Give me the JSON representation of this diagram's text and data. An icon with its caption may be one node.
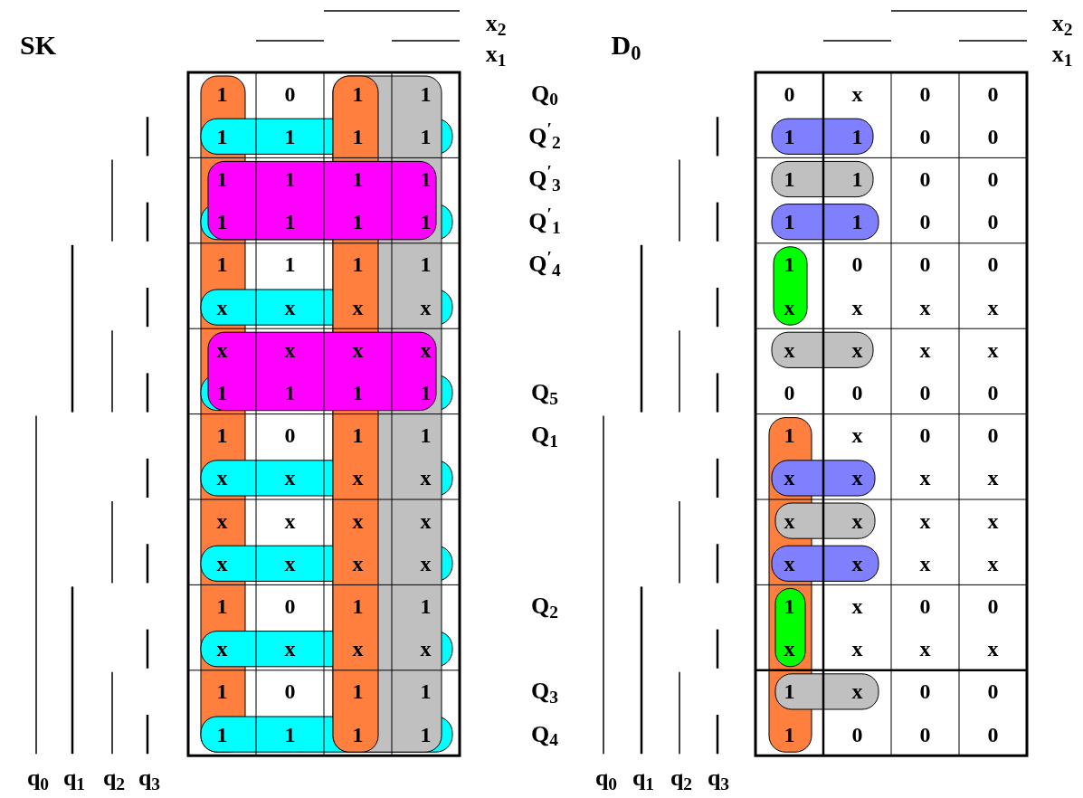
{
  "diagram": {
    "labels": [
      "SK",
      "x$_{2}$",
      "x$_{1}$",
      "1",
      "0",
      "1",
      "1",
      "1",
      "1",
      "1",
      "1",
      "1",
      "1",
      "1",
      "1",
      "1",
      "1",
      "1",
      "1",
      "1",
      "1",
      "1",
      "1",
      "x",
      "x",
      "x",
      "x",
      "x",
      "x",
      "x",
      "x",
      "1",
      "1",
      "1",
      "1",
      "1",
      "0",
      "1",
      "1",
      "x",
      "x",
      "x",
      "x",
      "x",
      "x",
      "x",
      "x",
      "x",
      "x",
      "x",
      "x",
      "1",
      "0",
      "1",
      "1",
      "x",
      "x",
      "x",
      "x",
      "1",
      "0",
      "1",
      "1",
      "1",
      "1",
      "1",
      "1",
      "Q$_{0}$",
      "Q$^{′}$$_{2}$",
      "Q$^{′}$$_{3}$",
      "Q$^{′}$$_{1}$",
      "Q$^{′}$$_{4}$",
      "Q$_{5}$",
      "Q$_{1}$",
      "Q$_{2}$",
      "Q$_{3}$",
      "Q$_{4}$",
      "q$_{0}$",
      "q$_{1}$",
      "q$_{2}$",
      "q$_{3}$",
      "D$_{0}$",
      "x$_{2}$",
      "x$_{1}$",
      "0",
      "x",
      "0",
      "0",
      "1",
      "1",
      "0",
      "0",
      "1",
      "1",
      "0",
      "0",
      "1",
      "1",
      "0",
      "0",
      "1",
      "0",
      "0",
      "0",
      "x",
      "x",
      "x",
      "x",
      "x",
      "x",
      "x",
      "x",
      "0",
      "0",
      "0",
      "0",
      "1",
      "x",
      "0",
      "0",
      "x",
      "x",
      "x",
      "x",
      "x",
      "x",
      "x",
      "x",
      "x",
      "x",
      "x",
      "x",
      "1",
      "x",
      "0",
      "0",
      "x",
      "x",
      "x",
      "x",
      "1",
      "x",
      "0",
      "0",
      "1",
      "0",
      "0",
      "0",
      "q$_{0}$",
      "q$_{1}$",
      "q$_{2}$",
      "q$_{3}$"
    ]
  }
}
